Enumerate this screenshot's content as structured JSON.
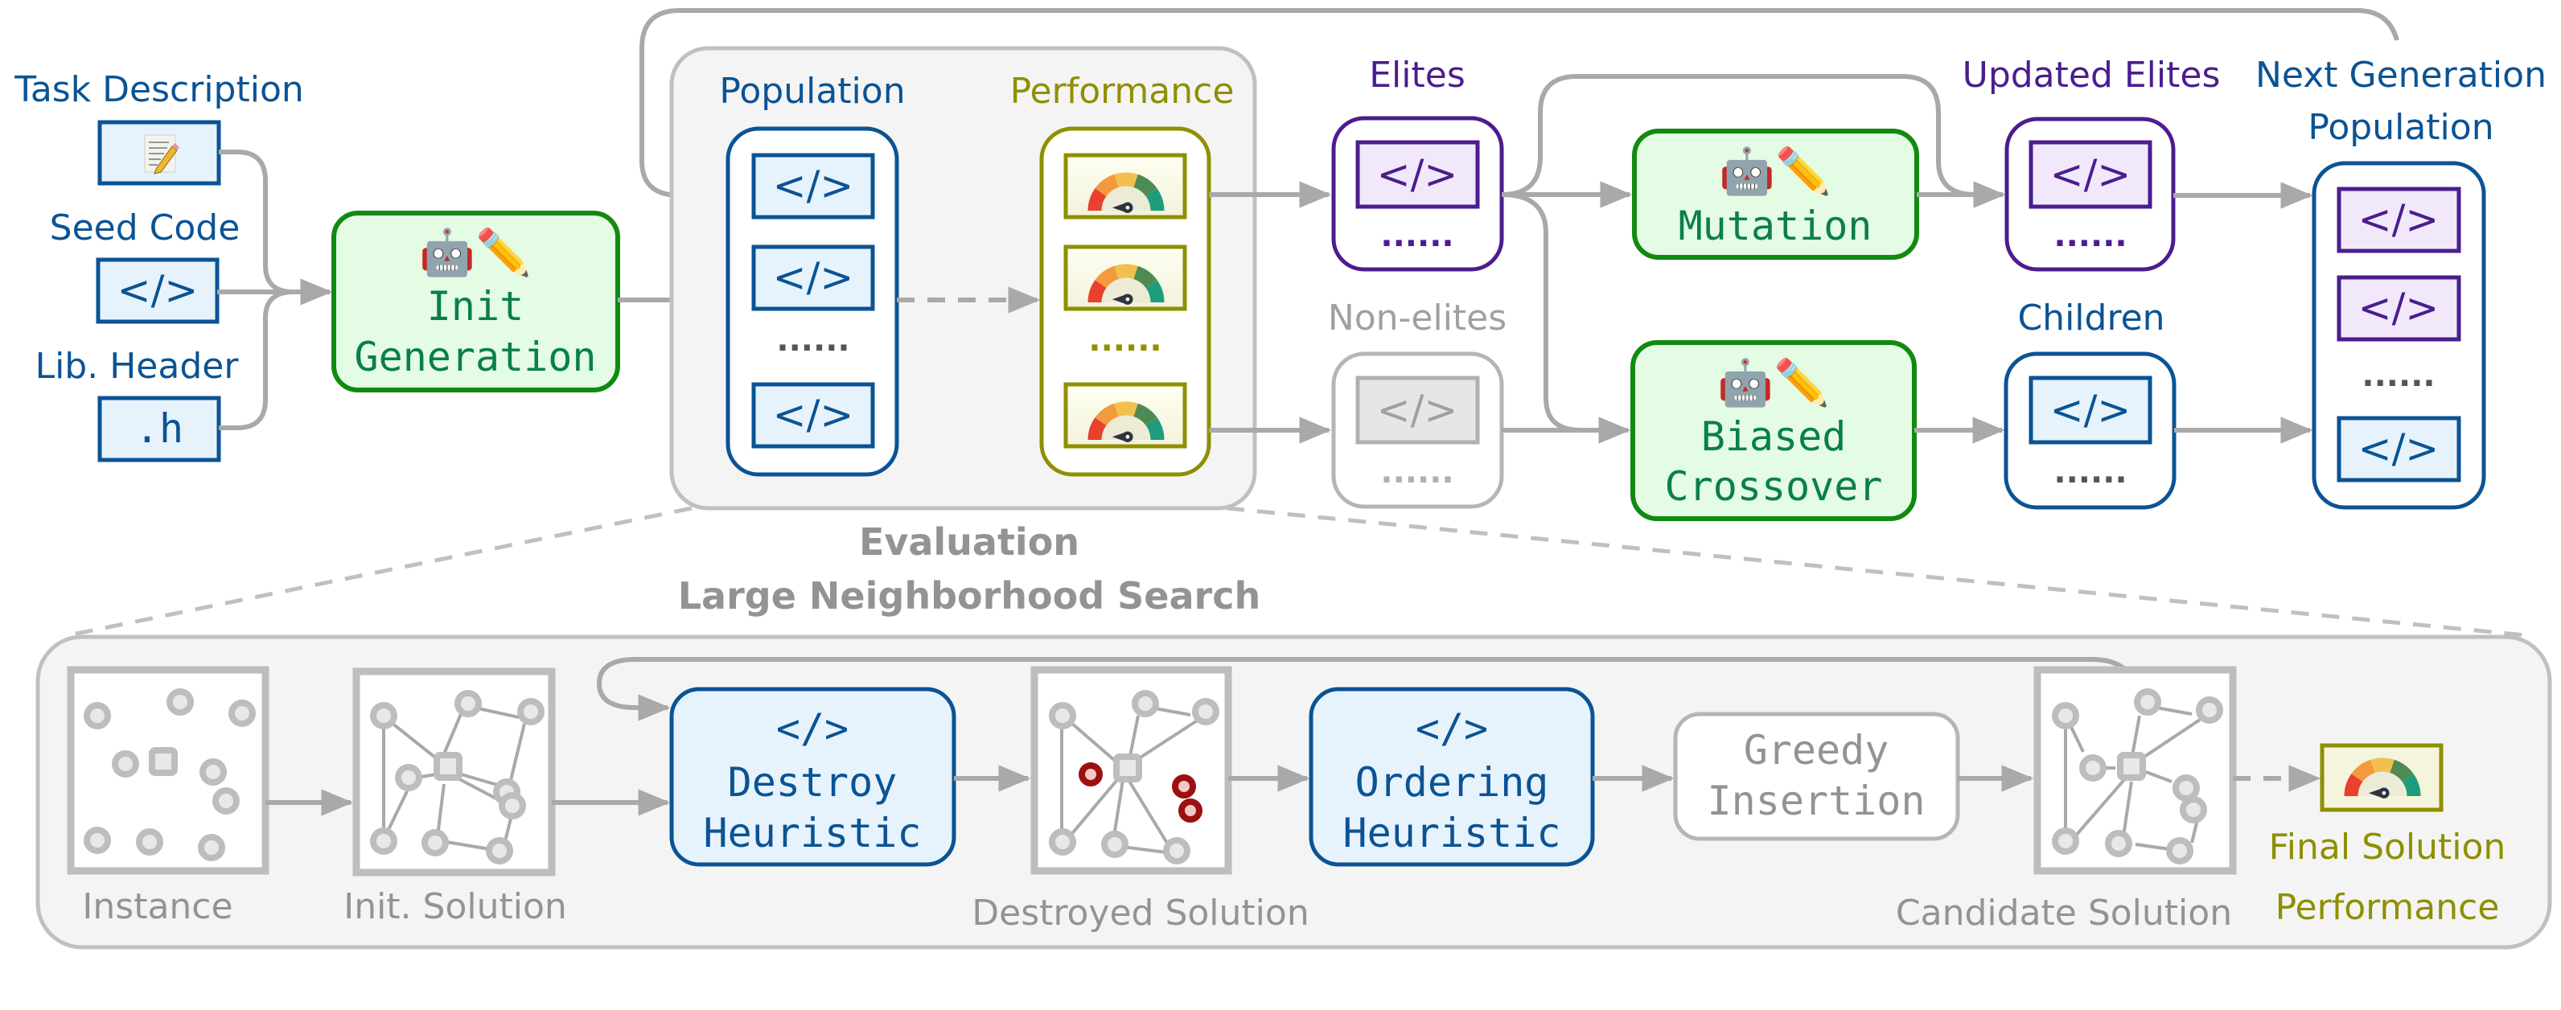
{
  "colors": {
    "blue": "#0b5394",
    "blue_fill": "#e6f3fd",
    "purple": "#4b1d8f",
    "purple_fill": "#f1e9fb",
    "olive": "#8f8f00",
    "olive_fill": "#fcfce8",
    "green": "#118a11",
    "green_text": "#0a7f4a",
    "green_fill": "#e4fbe4",
    "gray": "#a9a9a9",
    "gray_text": "#939393",
    "panel_fill": "#f4f4f4",
    "panel_stroke": "#c0c0c0",
    "destroyed_node": "#9b1010"
  },
  "inputs": {
    "task_description": {
      "label": "Task Description",
      "icon": "memo-icon"
    },
    "seed_code": {
      "label": "Seed Code",
      "content": "</>"
    },
    "lib_header": {
      "label": "Lib. Header",
      "content": ".h"
    }
  },
  "init_generation": {
    "icons": "🤖✏️",
    "line1": "Init",
    "line2": "Generation"
  },
  "evaluation_panel": {
    "population_label": "Population",
    "performance_label": "Performance",
    "code_symbol": "</>",
    "ellipsis": "......",
    "caption": "Evaluation"
  },
  "selection": {
    "elites_label": "Elites",
    "non_elites_label": "Non-elites",
    "code_symbol": "</>",
    "ellipsis": "......"
  },
  "operators": {
    "mutation": {
      "icons": "🤖✏️",
      "label": "Mutation"
    },
    "crossover": {
      "icons": "🤖✏️",
      "line1": "Biased",
      "line2": "Crossover"
    }
  },
  "offspring": {
    "updated_elites_label": "Updated Elites",
    "children_label": "Children",
    "code_symbol": "</>",
    "ellipsis": "......"
  },
  "next_generation": {
    "line1": "Next Generation",
    "line2": "Population",
    "code_symbol": "</>",
    "ellipsis": "......"
  },
  "lns": {
    "title": "Large Neighborhood Search",
    "instance_label": "Instance",
    "init_solution_label": "Init. Solution",
    "destroy": {
      "symbol": "</>",
      "line1": "Destroy",
      "line2": "Heuristic"
    },
    "destroyed_solution_label": "Destroyed Solution",
    "ordering": {
      "symbol": "</>",
      "line1": "Ordering",
      "line2": "Heuristic"
    },
    "greedy": {
      "line1": "Greedy",
      "line2": "Insertion"
    },
    "candidate_solution_label": "Candidate Solution",
    "final_line1": "Final Solution",
    "final_line2": "Performance"
  }
}
